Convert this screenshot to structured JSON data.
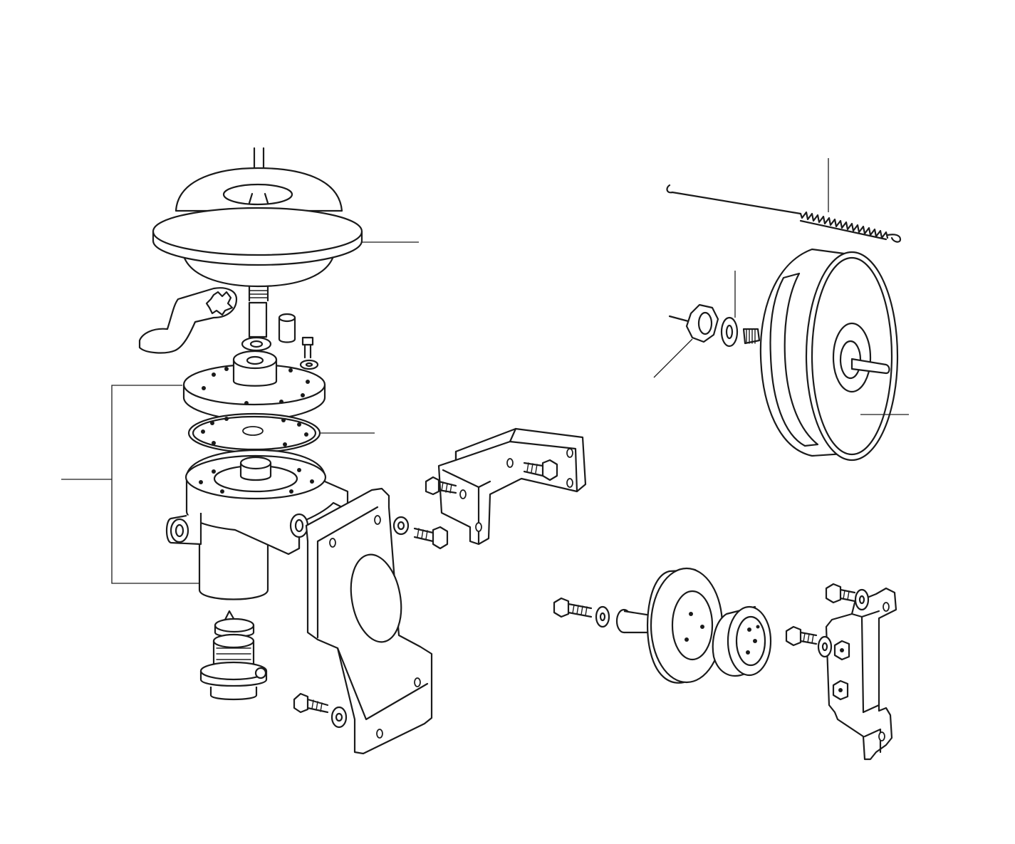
{
  "diagram": {
    "type": "exploded-parts-view",
    "background": "#ffffff",
    "line_color": "#1a1a1a",
    "parts": [
      "vacuum-diaphragm-unit",
      "throttle-clip",
      "bush",
      "screw-with-washer",
      "valve-cover",
      "valve-gasket",
      "valve-body",
      "thermostatic-valve",
      "mounting-bracket",
      "u-bracket",
      "return-spring",
      "vacuum-servo",
      "lock-nut",
      "spring-washer",
      "pulley",
      "pulley-hub",
      "pulley-bracket"
    ],
    "callout_count": 10
  }
}
